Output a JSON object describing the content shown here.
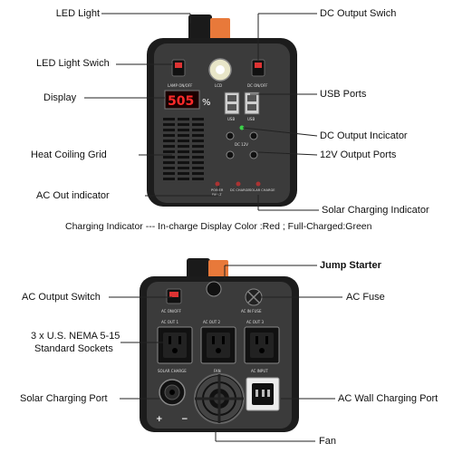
{
  "top_device": {
    "callouts_left": {
      "led_light": "LED Light",
      "led_light_switch": "LED Light Swich",
      "display": "Display",
      "heat_grid": "Heat Coiling Grid",
      "ac_out_indicator": "AC Out indicator"
    },
    "callouts_right": {
      "dc_output_switch": "DC Output Swich",
      "usb_ports": "USB Ports",
      "dc_output_indicator": "DC Output Incicator",
      "output_ports_12v": "12V Output Ports",
      "solar_charging_indicator": "Solar Charging Indicator"
    },
    "charging_note": "Charging Indicator  ---  In-charge Display Color :Red  ;  Full-Charged:Green",
    "panel_labels": {
      "lamp_switch": "LAMP ON/OFF",
      "lcd": "LCD",
      "dc_switch": "DC ON/OFF",
      "usb_a": "USB",
      "usb_b": "USB",
      "dc_12v": "DC 12V",
      "power": "POWER",
      "fault": "FAULT",
      "dc_charge": "DC CHARGE",
      "solar_charge": "SOLAR CHARGE"
    },
    "display_value": "505",
    "display_unit": "%"
  },
  "bottom_device": {
    "callouts_left": {
      "ac_output_switch": "AC Output Switch",
      "sockets_line1": "3 x U.S. NEMA 5-15",
      "sockets_line2": "Standard Sockets",
      "solar_charging_port": "Solar Charging Port"
    },
    "callouts_right": {
      "jump_starter": "Jump Starter",
      "ac_fuse": "AC Fuse",
      "ac_wall_charging_port": "AC Wall Charging Port"
    },
    "callout_bottom": {
      "fan": "Fan"
    },
    "panel_labels": {
      "ac_on_off": "AC ON/OFF",
      "ac_fuse": "AC IN FUSE",
      "ac_out_1": "AC OUT 1",
      "ac_out_2": "AC OUT 2",
      "ac_out_3": "AC OUT 3",
      "solar_charge": "SOLAR CHARGE",
      "fan": "FAN",
      "ac_input": "AC INPUT",
      "plus": "+",
      "minus": "−"
    }
  },
  "colors": {
    "body": "#3b3b3b",
    "frame": "#1c1c1c",
    "accent_orange": "#e8793a",
    "led_red": "#ff2a2a",
    "led_green": "#3cd24a",
    "leader_line": "#222222"
  }
}
